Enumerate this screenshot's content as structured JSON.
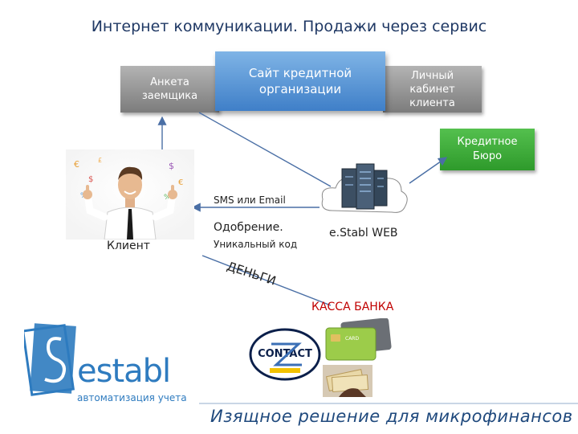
{
  "title": "Интернет коммуникации. Продажи через сервис",
  "boxes": {
    "anketa": "Анкета заемщика",
    "site": "Сайт кредитной организации",
    "cabinet": "Личный кабинет клиента",
    "bureau": "Кредитное Бюро"
  },
  "labels": {
    "sms": "SMS или Email",
    "approval": "Одобрение.",
    "code": "Уникальный код",
    "money": "ДЕНЬГИ",
    "client": "Клиент",
    "server": "e.Stabl WEB",
    "kassa": "КАССА БАНКА"
  },
  "logo": {
    "brand": "establ",
    "subtitle": "автоматизация учета",
    "contact_text": "CONTACT"
  },
  "tagline": "Изящное решение для микрофинансов",
  "colors": {
    "title": "#1f3864",
    "gray_box": "#8c8c8c",
    "blue_box": "#4f8fd4",
    "green_box": "#3aa736",
    "kassa": "#c00000",
    "arrow": "#4a6fa5",
    "logo_blue": "#2e7bbf"
  },
  "icons": [
    "client-photo-icon",
    "server-rack-icon",
    "cloud-icon",
    "contact-card-icon",
    "bank-card-icon",
    "cash-hand-icon"
  ]
}
